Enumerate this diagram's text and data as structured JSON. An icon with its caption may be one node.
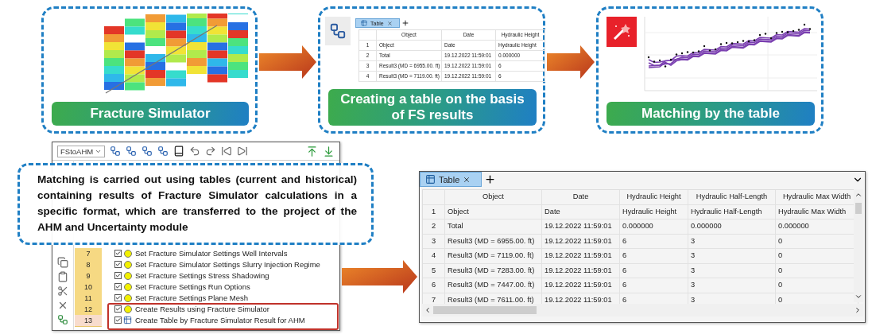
{
  "diagram": {
    "nodes": [
      {
        "text": [
          "Fracture Simulator"
        ]
      },
      {
        "text": [
          "Creating a table on the basis of FS results"
        ]
      },
      {
        "text": [
          "Matching by the table"
        ]
      },
      {
        "text": [
          "Matching is carried out using tables (current and historical) containing results of Fracture Simulator calculations in a specific format, which are transferred to the project of the AHM and Uncertainty module"
        ]
      },
      {
        "text": [],
        "shape": "picture"
      },
      {
        "text": [],
        "shape": "picture"
      }
    ],
    "edges": [
      {
        "from": 0,
        "to": 1,
        "arrow": "to"
      },
      {
        "from": 1,
        "to": 2,
        "arrow": "to"
      },
      {
        "from": 4,
        "to": 5,
        "arrow": "to"
      }
    ],
    "labels": [
      "Table",
      "Object",
      "Date",
      "Hydraulic Height",
      "1",
      "Object",
      "Date",
      "Hydraulic Height",
      "2",
      "Total",
      "19.12.2022 11:59:01",
      "0.000000",
      "3",
      "Result3 (MD = 6955.00. ft)",
      "19.12.2022 11:59:01",
      "6",
      "4",
      "Result3 (MD = 7119.00. ft)",
      "19.12.2022 11:59:01",
      "6",
      "FStoAHM",
      "7",
      "Set Fracture Simulator Settings Well Intervals",
      "8",
      "Set Fracture Simulator Settings Slurry Injection Regime",
      "9",
      "Set Fracture Settings Stress Shadowing",
      "10",
      "Set Fracture Settings Run Options",
      "11",
      "Set Fracture Settings Plane Mesh",
      "12",
      "Create Results using Fracture Simulator",
      "13",
      "Create Table by Fracture Simulator Result for AHM",
      "Table",
      "Object",
      "Date",
      "Hydraulic Height",
      "Hydraulic Half-Length",
      "Hydraulic Max Width",
      "1",
      "Object",
      "Date",
      "Hydraulic Height",
      "Hydraulic Half-Length",
      "Hydraulic Max Width",
      "2",
      "Total",
      "19.12.2022 11:59:01",
      "0.000000",
      "0.000000",
      "0.000000",
      "3",
      "Result3 (MD = 6955.00. ft)",
      "19.12.2022 11:59:01",
      "6",
      "3",
      "0",
      "4",
      "Result3 (MD = 7119.00. ft)",
      "19.12.2022 11:59:01",
      "6",
      "3",
      "0",
      "5",
      "Result3 (MD = 7283.00. ft)",
      "19.12.2022 11:59:01",
      "6",
      "3",
      "0",
      "6",
      "Result3 (MD = 7447.00. ft)",
      "19.12.2022 11:59:01",
      "6",
      "3",
      "0",
      "7",
      "Result3 (MD = 7611.00. ft)",
      "19.12.2022 11:59:01",
      "6",
      "3",
      "0"
    ]
  }
}
